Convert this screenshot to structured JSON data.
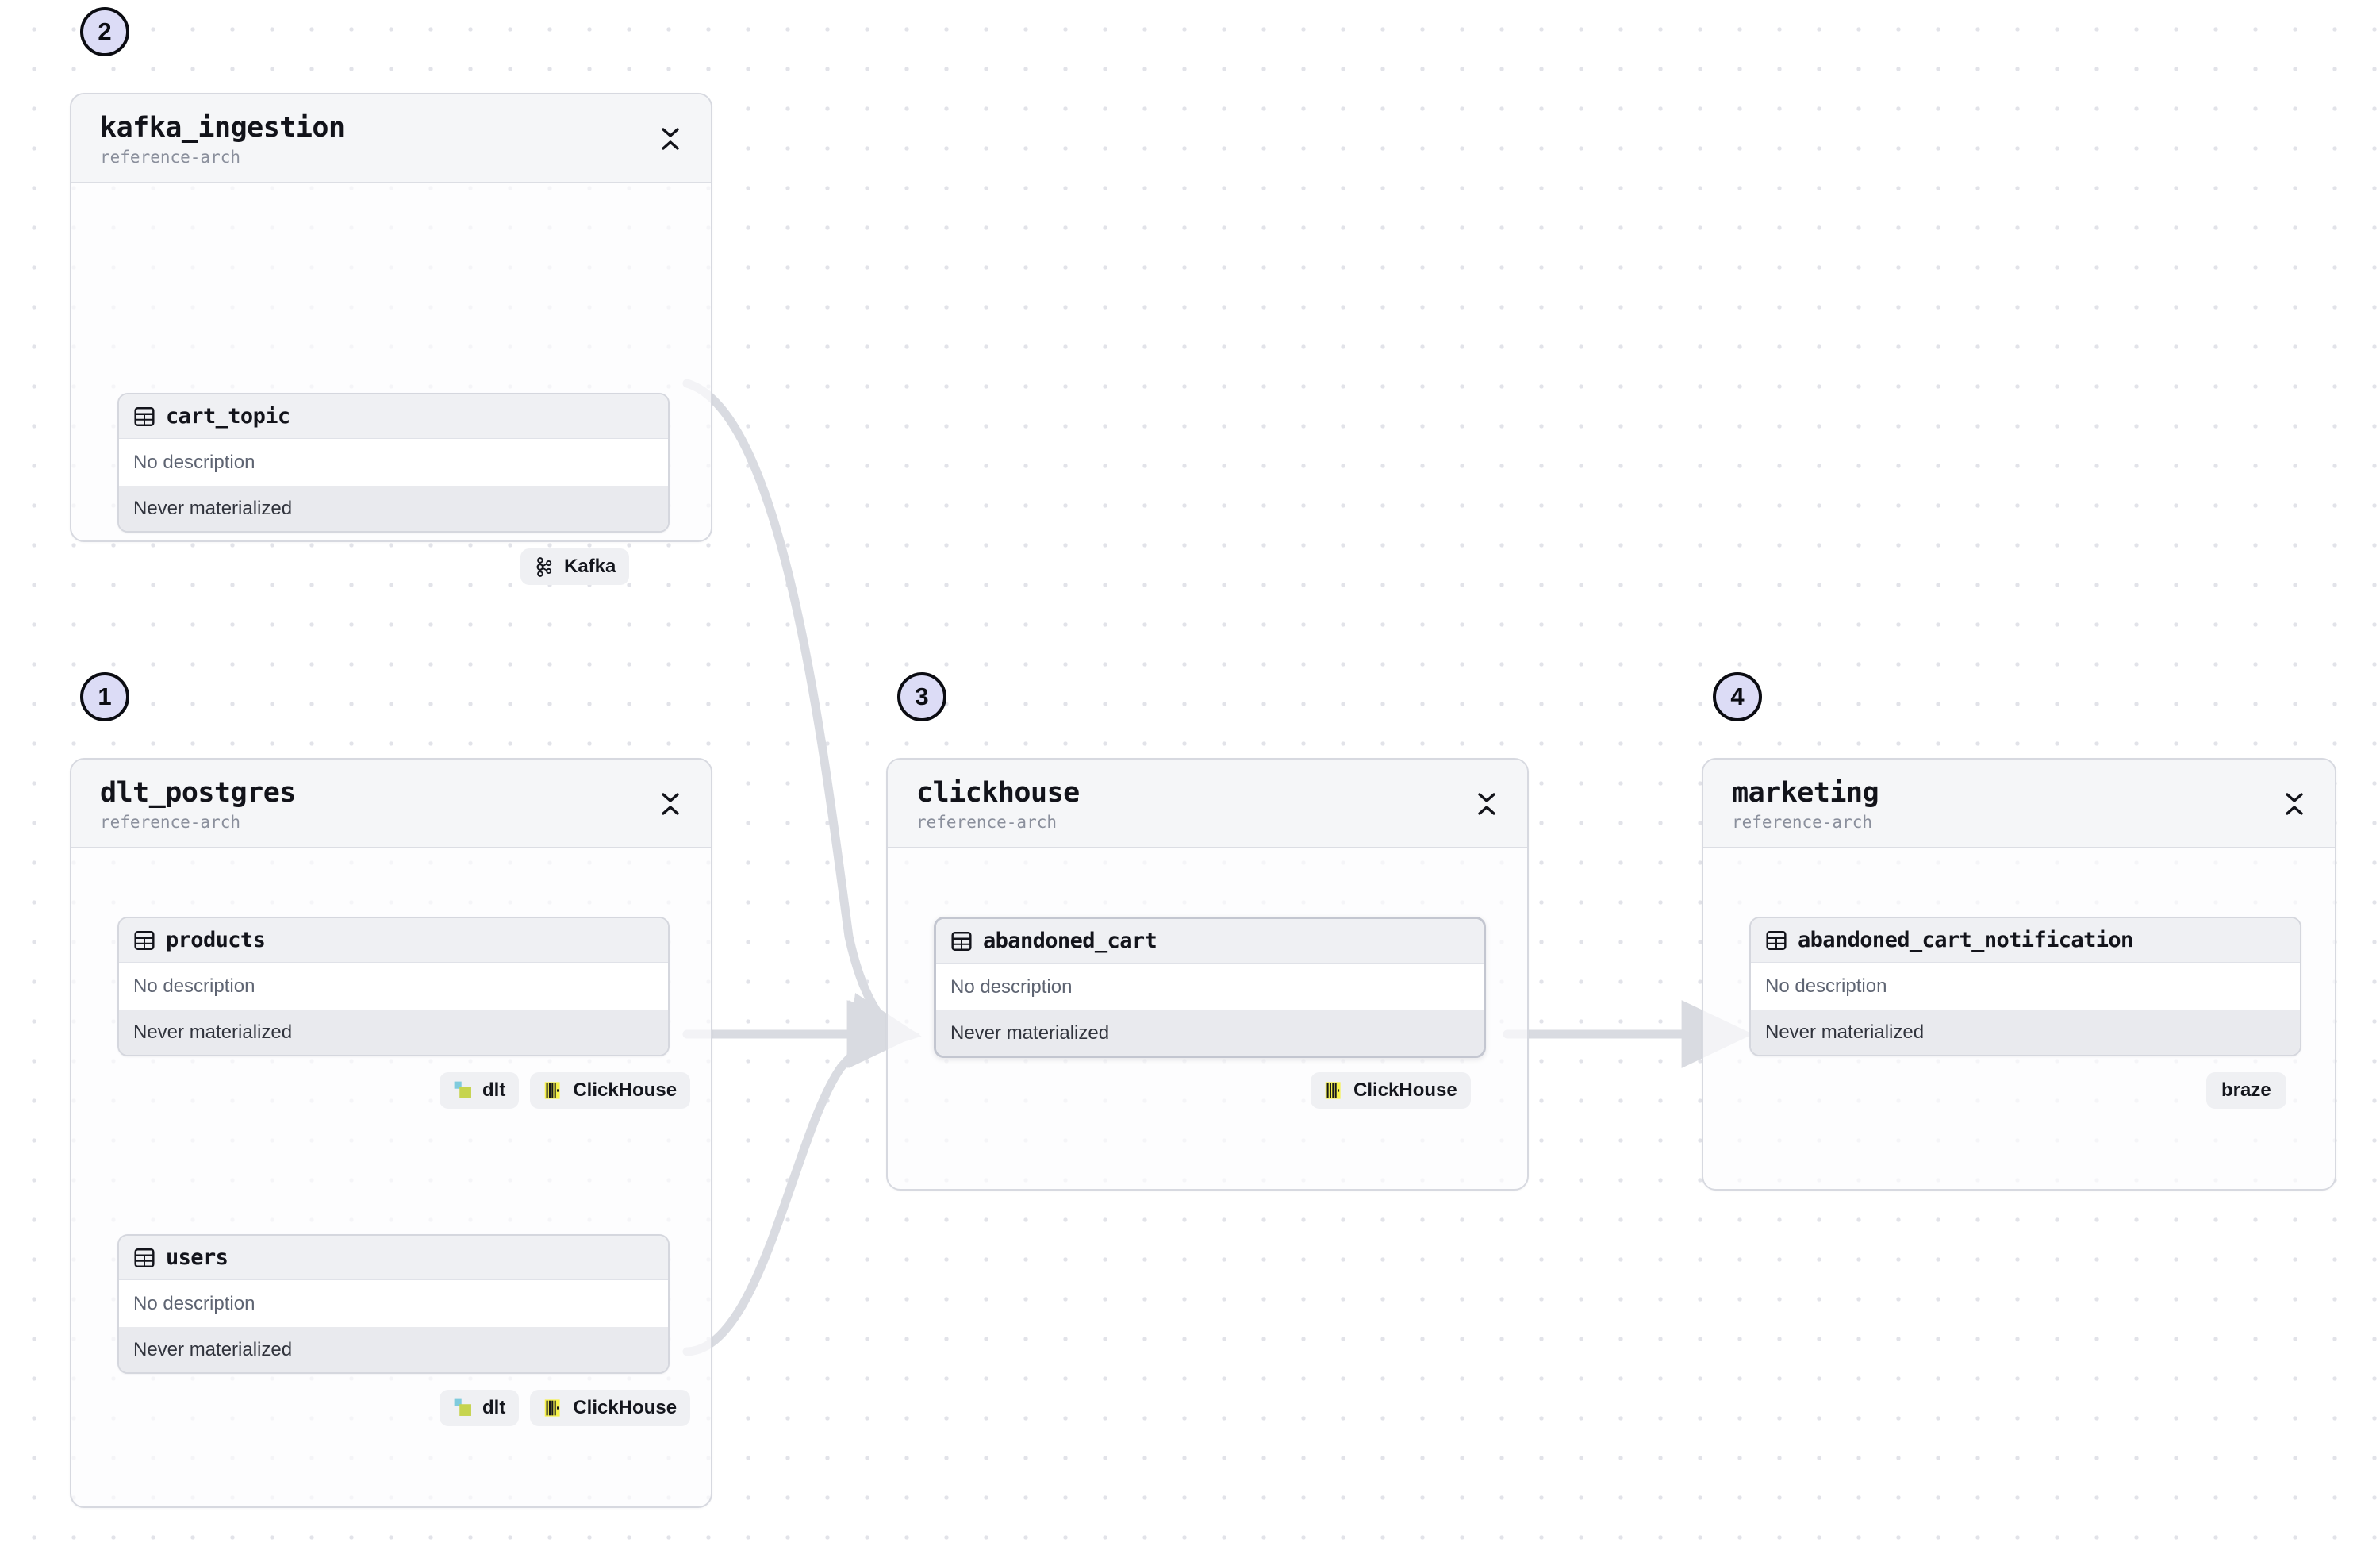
{
  "canvas": {
    "background": "#ffffff",
    "dot_color": "#e2e3e9",
    "edge_color": "#d9dbe1",
    "badge_fill": "#dcdcf6",
    "badge_border": "#0b0c12"
  },
  "labels": {
    "no_description": "No description",
    "never_materialized": "Never materialized",
    "collapse_icon": "collapse-chevrons-icon",
    "table_icon": "table-icon"
  },
  "groups": [
    {
      "id": "kafka_ingestion",
      "step": "2",
      "title": "kafka_ingestion",
      "subtitle": "reference-arch",
      "nodes": [
        {
          "id": "cart_topic",
          "name": "cart_topic",
          "description": "No description",
          "materialization": "Never materialized",
          "selected": false,
          "tags": [
            {
              "label": "Kafka",
              "icon": "kafka-icon"
            }
          ]
        }
      ]
    },
    {
      "id": "dlt_postgres",
      "step": "1",
      "title": "dlt_postgres",
      "subtitle": "reference-arch",
      "nodes": [
        {
          "id": "products",
          "name": "products",
          "description": "No description",
          "materialization": "Never materialized",
          "selected": false,
          "tags": [
            {
              "label": "dlt",
              "icon": "dlt-icon"
            },
            {
              "label": "ClickHouse",
              "icon": "clickhouse-icon"
            }
          ]
        },
        {
          "id": "users",
          "name": "users",
          "description": "No description",
          "materialization": "Never materialized",
          "selected": false,
          "tags": [
            {
              "label": "dlt",
              "icon": "dlt-icon"
            },
            {
              "label": "ClickHouse",
              "icon": "clickhouse-icon"
            }
          ]
        }
      ]
    },
    {
      "id": "clickhouse",
      "step": "3",
      "title": "clickhouse",
      "subtitle": "reference-arch",
      "nodes": [
        {
          "id": "abandoned_cart",
          "name": "abandoned_cart",
          "description": "No description",
          "materialization": "Never materialized",
          "selected": true,
          "tags": [
            {
              "label": "ClickHouse",
              "icon": "clickhouse-icon"
            }
          ]
        }
      ]
    },
    {
      "id": "marketing",
      "step": "4",
      "title": "marketing",
      "subtitle": "reference-arch",
      "nodes": [
        {
          "id": "abandoned_cart_notification",
          "name": "abandoned_cart_notification",
          "description": "No description",
          "materialization": "Never materialized",
          "selected": false,
          "tags": [
            {
              "label": "braze",
              "icon": "none"
            }
          ]
        }
      ]
    }
  ],
  "edges": [
    {
      "from": "cart_topic",
      "to": "abandoned_cart"
    },
    {
      "from": "products",
      "to": "abandoned_cart"
    },
    {
      "from": "users",
      "to": "abandoned_cart"
    },
    {
      "from": "abandoned_cart",
      "to": "abandoned_cart_notification"
    }
  ]
}
